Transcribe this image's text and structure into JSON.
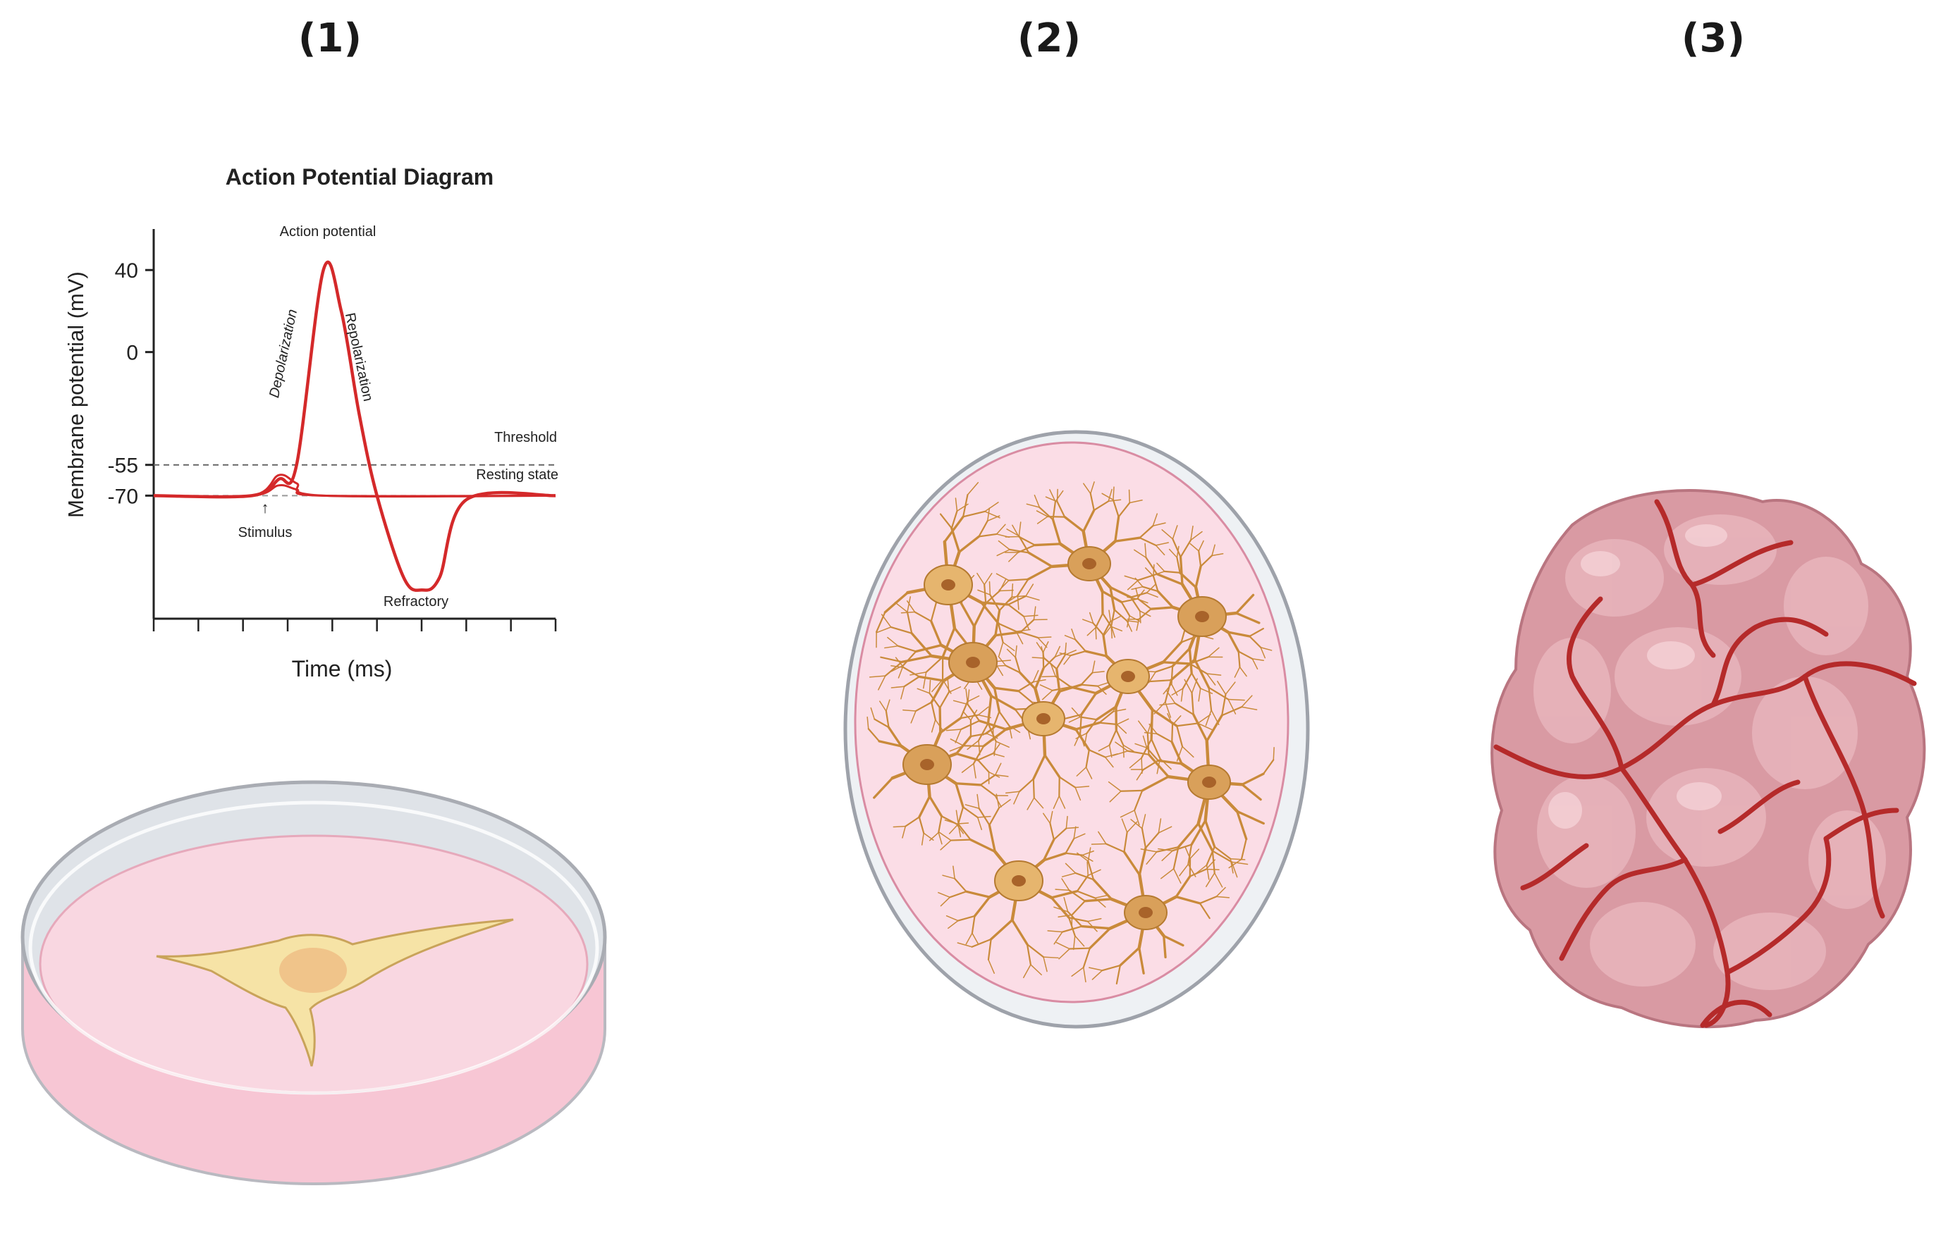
{
  "panels": {
    "p1": {
      "label": "(1)"
    },
    "p2": {
      "label": "(2)"
    },
    "p3": {
      "label": "(3)"
    }
  },
  "colors": {
    "trace": "#d4292a",
    "dish_medium": "#f9d7e1",
    "neuron_body": "#f6e3a6",
    "culture_neuron": "#c98a3a",
    "organoid": "#d99aa3",
    "vessel": "#b52a2a"
  },
  "chart_data": {
    "type": "line",
    "title": "Action Potential Diagram",
    "xlabel": "Time (ms)",
    "ylabel": "Membrane potential (mV)",
    "yticks": [
      "40",
      "0",
      "-55",
      "-70"
    ],
    "ytick_values": [
      40,
      0,
      -55,
      -70
    ],
    "ylim": [
      -130,
      60
    ],
    "xlim": [
      0,
      9
    ],
    "threshold": -55,
    "resting": -70,
    "annotations": {
      "peak": "Action potential",
      "rise": "Depolarization",
      "fall": "Repolarization",
      "threshold": "Threshold",
      "resting": "Resting state",
      "stimulus": "Stimulus",
      "undershoot": "Refractory"
    },
    "series": [
      {
        "x": [
          0,
          2.2,
          2.8,
          3.2,
          3.8,
          4.2,
          4.6,
          5.0,
          5.6,
          6.0,
          6.4,
          7.0,
          9.0
        ],
        "y": [
          -70,
          -70,
          -62,
          -55,
          40,
          20,
          -30,
          -70,
          -110,
          -116,
          -110,
          -72,
          -70
        ]
      },
      {
        "x": [
          0,
          2.2,
          2.8,
          3.2,
          3.8,
          9.0
        ],
        "y": [
          -70,
          -70,
          -60,
          -64,
          -70,
          -70
        ]
      },
      {
        "x": [
          0,
          2.2,
          2.8,
          3.2,
          3.8,
          9.0
        ],
        "y": [
          -70,
          -70,
          -65,
          -67,
          -70,
          -70
        ]
      }
    ]
  }
}
